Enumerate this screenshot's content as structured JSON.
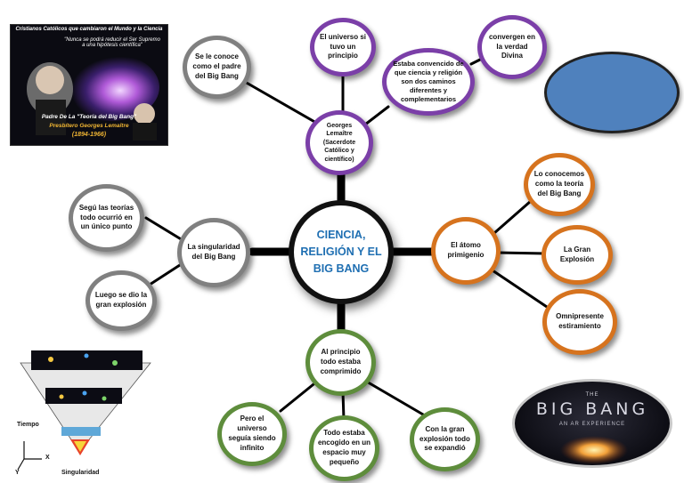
{
  "center": {
    "label": "CIENCIA, RELIGIÓN Y EL BIG BANG"
  },
  "branch_top": {
    "hub": "Georges Lemaître (Sacerdote Católico y científico)",
    "items": [
      "Se le conoce como el padre del Big Bang",
      "El universo si tuvo un principio",
      "Estaba convencido de que ciencia y religión son dos caminos diferentes y complementarios"
    ],
    "sub": "convergen en la verdad Divina"
  },
  "branch_left": {
    "hub": "La singularidad del Big Bang",
    "items": [
      "Segú las teorías todo ocurrió en un único punto",
      "Luego se dio la gran explosión"
    ]
  },
  "branch_right": {
    "hub": "El átomo primigenio",
    "items": [
      "Lo conocemos como la teoría del Big Bang",
      "La Gran Explosión",
      "Omnipresente estiramiento"
    ]
  },
  "branch_bottom": {
    "hub": "Al principio todo estaba comprimido",
    "items": [
      "Pero el universo seguía siendo infinito",
      "Todo estaba encogido en un espacio muy pequeño",
      "Con la gran explosión todo se expandió"
    ]
  },
  "photo": {
    "title": "Cristianos Católicos que cambiaron el Mundo y la Ciencia",
    "quote": "\"Nunca se podrá reducir el Ser Supremo a una hipótesis científica\"",
    "caption1": "Padre De La \"Teoría del Big Bang\"",
    "caption2": "Presbítero Georges Lemaître",
    "years": "(1894-1966)"
  },
  "bigbang_image": {
    "small": "THE",
    "title": "BIG BANG",
    "subtitle": "AN AR EXPERIENCE"
  },
  "cone_diagram": {
    "time_label": "Tiempo",
    "x_label": "X",
    "y_label": "Y",
    "singularity_label": "Singularidad"
  }
}
